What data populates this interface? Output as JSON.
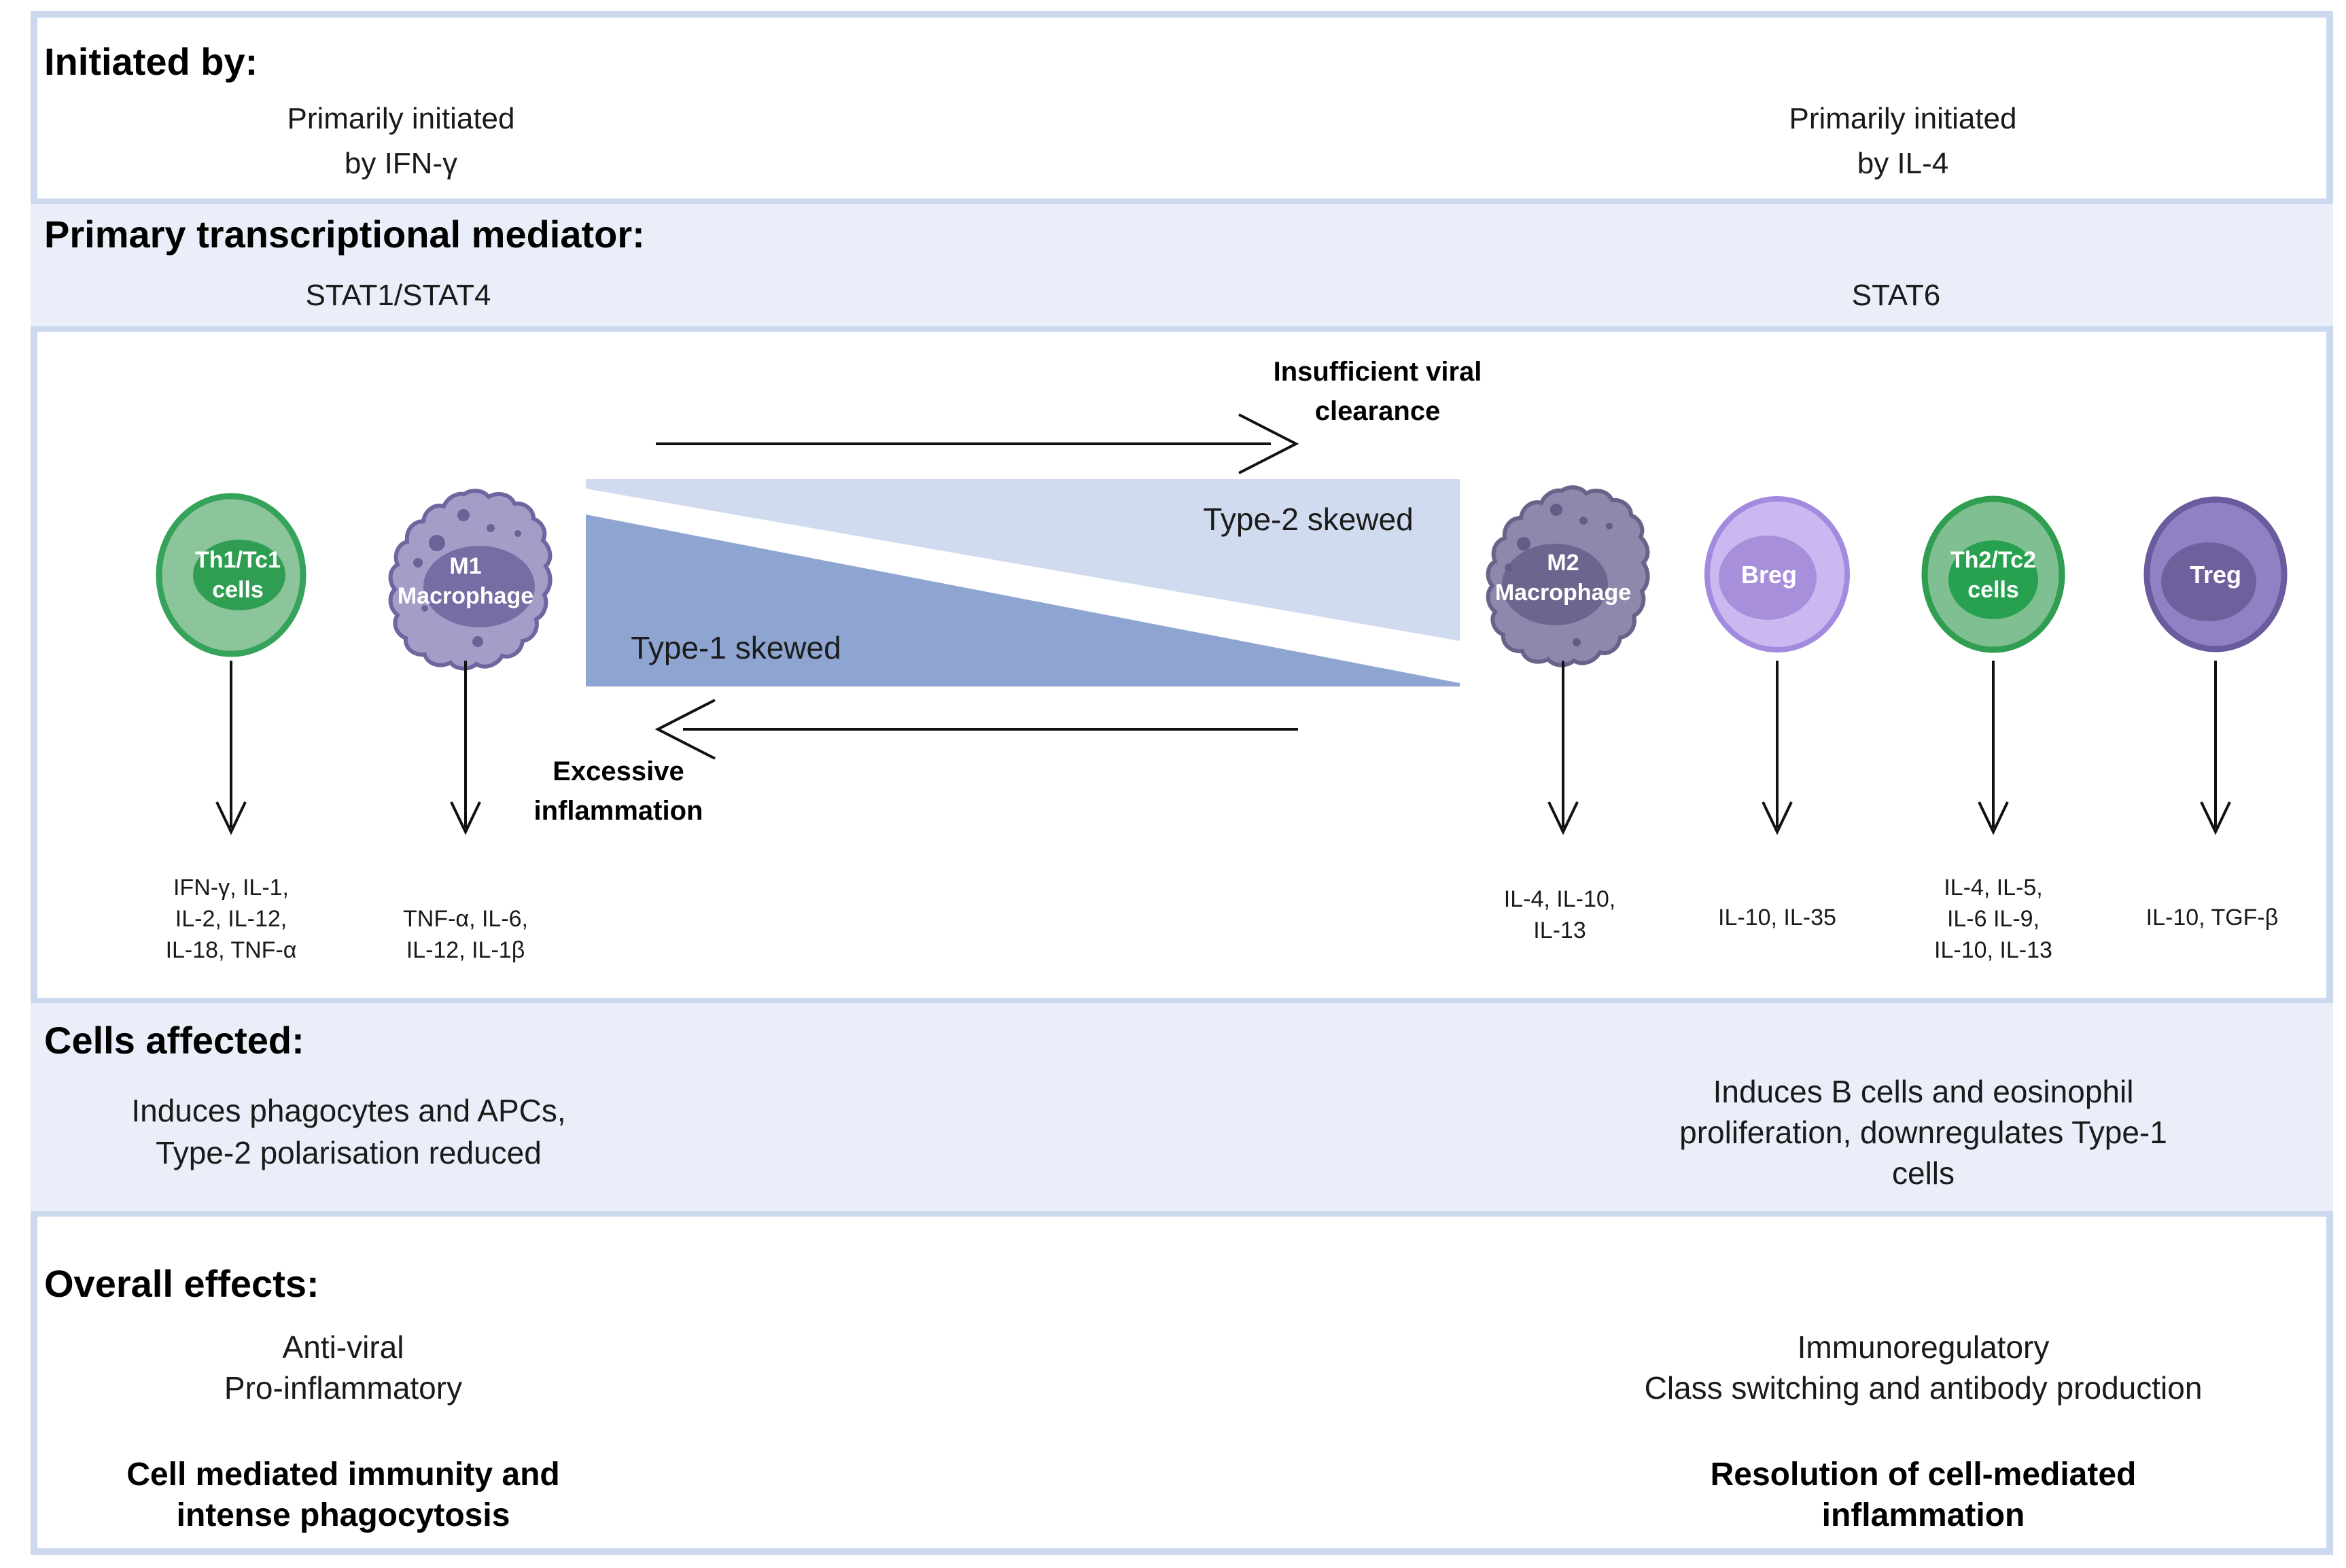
{
  "sections": {
    "initiated": {
      "header": "Initiated by:",
      "left": [
        "Primarily initiated",
        "by IFN-γ"
      ],
      "right": [
        "Primarily initiated",
        "by IL-4"
      ]
    },
    "mediator": {
      "header": "Primary transcriptional mediator:",
      "left": "STAT1/STAT4",
      "right": "STAT6"
    },
    "cells_affected": {
      "header": "Cells affected:",
      "left": [
        "Induces phagocytes and APCs,",
        "Type-2 polarisation reduced"
      ],
      "right": [
        "Induces B cells and eosinophil",
        "proliferation, downregulates Type-1",
        "cells"
      ]
    },
    "overall": {
      "header": "Overall effects:",
      "left": [
        "Anti-viral",
        "Pro-inflammatory"
      ],
      "left_bold": [
        "Cell mediated immunity and",
        "intense phagocytosis"
      ],
      "right": [
        "Immunoregulatory",
        "Class switching and antibody production"
      ],
      "right_bold": [
        "Resolution of cell-mediated",
        "inflammation"
      ]
    }
  },
  "diagram": {
    "top_arrow_label": [
      "Insufficient viral",
      "clearance"
    ],
    "bottom_arrow_label": [
      "Excessive",
      "inflammation"
    ],
    "type1_label": "Type-1 skewed",
    "type2_label": "Type-2 skewed",
    "gradient_colors": {
      "type1_fill": "#8da5d0",
      "type2_fill": "#d0dbef"
    },
    "band_color": "#e9eef8",
    "frame_color": "#ccd8ee",
    "cells": [
      {
        "id": "th1",
        "label": [
          "Th1/Tc1",
          "cells"
        ],
        "fill": "#8cc49c",
        "inner": "#2f9e52",
        "border": "#36a35a",
        "cytokines": [
          "IFN-γ, IL-1,",
          "IL-2, IL-12,",
          "IL-18, TNF-α"
        ]
      },
      {
        "id": "m1",
        "label": [
          "M1",
          "Macrophage"
        ],
        "fill": "#a39dc8",
        "inner": "#756da4",
        "border": "#6f66a0",
        "cytokines": [
          "TNF-α, IL-6,",
          "IL-12, IL-1β"
        ]
      },
      {
        "id": "m2",
        "label": [
          "M2",
          "Macrophage"
        ],
        "fill": "#8f88ad",
        "inner": "#6d658d",
        "border": "#6a6289",
        "cytokines": [
          "IL-4, IL-10,",
          "IL-13"
        ]
      },
      {
        "id": "breg",
        "label": [
          "Breg"
        ],
        "fill": "#c9b9f0",
        "inner": "#a78fdb",
        "border": "#a28ade",
        "cytokines": [
          "IL-10, IL-35"
        ]
      },
      {
        "id": "th2",
        "label": [
          "Th2/Tc2",
          "cells"
        ],
        "fill": "#7fbf92",
        "inner": "#27a150",
        "border": "#2f9e50",
        "cytokines": [
          "IL-4, IL-5,",
          "IL-6 IL-9,",
          "IL-10, IL-13"
        ]
      },
      {
        "id": "treg",
        "label": [
          "Treg"
        ],
        "fill": "#9180c4",
        "inner": "#6f5f9d",
        "border": "#6a5b9e",
        "cytokines": [
          "IL-10, TGF-β"
        ]
      }
    ]
  }
}
